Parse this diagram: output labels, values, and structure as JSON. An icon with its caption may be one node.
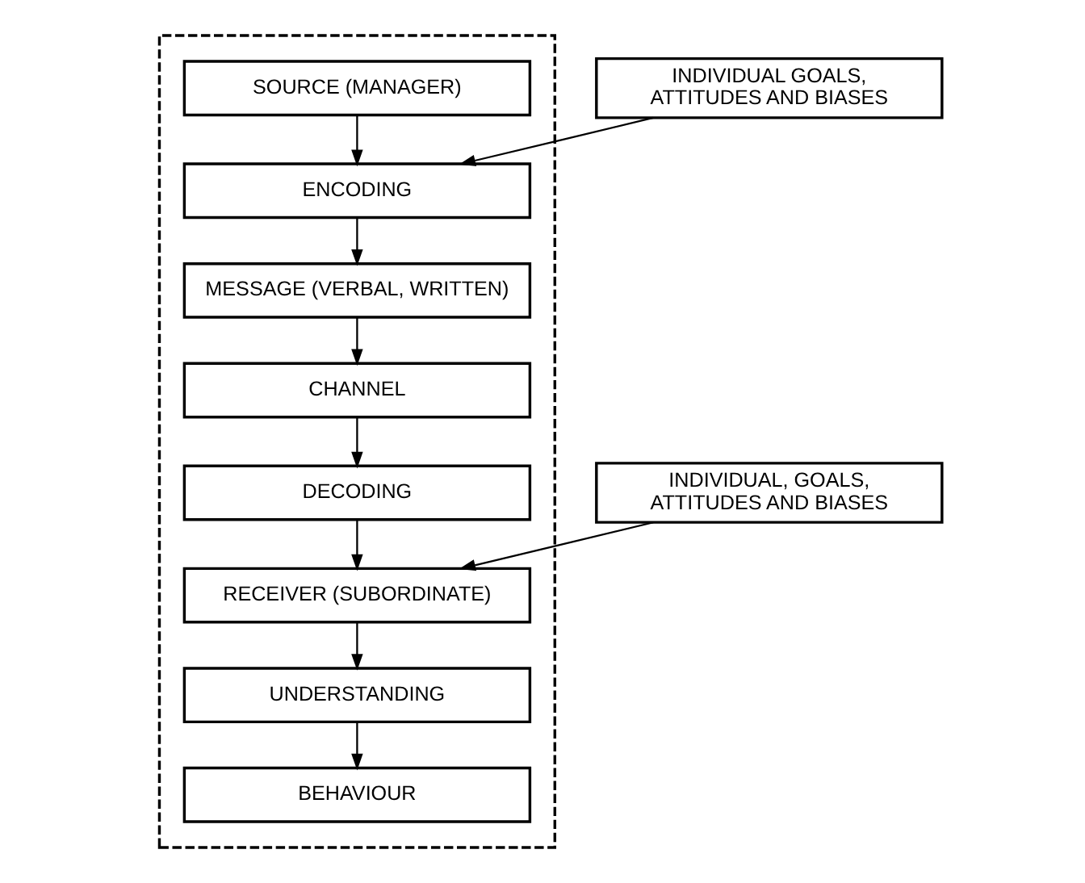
{
  "diagram": {
    "nodes": [
      {
        "text": [],
        "shape": "box"
      },
      {
        "text": [
          "SOURCE (MANAGER)"
        ],
        "in": 0
      },
      {
        "text": [
          "INDIVIDUAL GOALS, ATTITUDES AND BIASES"
        ]
      },
      {
        "text": [
          "ENCODING"
        ],
        "in": 0
      },
      {
        "text": [
          "MESSAGE (VERBAL, WRITTEN)"
        ],
        "in": 0
      },
      {
        "text": [
          "CHANNEL"
        ],
        "in": 0
      },
      {
        "text": [
          "DECODING"
        ],
        "in": 0
      },
      {
        "text": [
          "INDIVIDUAL, GOALS, ATTITUDES AND BIASES"
        ]
      },
      {
        "text": [
          "RECEIVER (SUBORDINATE)"
        ],
        "in": 0
      },
      {
        "text": [
          "UNDERSTANDING"
        ],
        "in": 0
      },
      {
        "text": [
          "BEHAVIOUR"
        ],
        "in": 0
      }
    ],
    "edges": [
      {
        "from": 1,
        "to": 3,
        "arrow": "to"
      },
      {
        "from": 2,
        "to": 3,
        "arrow": "to"
      },
      {
        "from": 3,
        "to": 4,
        "arrow": "to"
      },
      {
        "from": 4,
        "to": 5,
        "arrow": "to"
      },
      {
        "from": 5,
        "to": 6,
        "arrow": "to"
      },
      {
        "from": 6,
        "to": 8,
        "arrow": "to"
      },
      {
        "from": 7,
        "to": 8,
        "arrow": "to"
      },
      {
        "from": 8,
        "to": 9,
        "arrow": "to"
      },
      {
        "from": 9,
        "to": 10,
        "arrow": "to"
      }
    ]
  }
}
